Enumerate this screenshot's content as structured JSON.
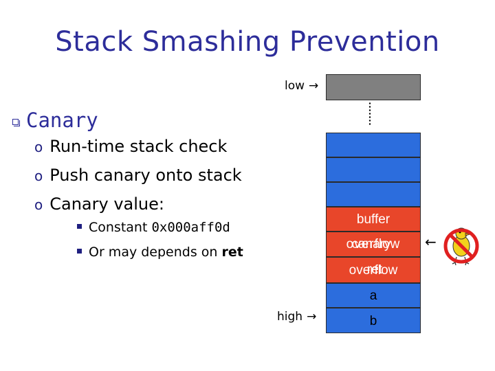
{
  "title": "Stack Smashing Prevention",
  "heading": "Canary",
  "bullets": [
    "Run-time stack check",
    "Push canary onto stack",
    "Canary value:"
  ],
  "sub_bullets": {
    "constant_prefix": "Constant ",
    "constant_value": "0x000aff0d",
    "depends_prefix": "Or may depends on ",
    "depends_word": "ret"
  },
  "stack": {
    "low_label": "low",
    "high_label": "high",
    "arrow_right": "→",
    "arrow_left": "←",
    "buffer": "buffer",
    "canary_text_a": "overflow",
    "canary_text_b": "canary",
    "ret_text_a": "overflow",
    "ret_text_b": "ret",
    "a": "a",
    "b": "b"
  },
  "colors": {
    "title": "#2d2d9a",
    "stack_blue": "#2c6ddd",
    "stack_red": "#e8462a",
    "stack_gray": "#808080",
    "no_sign": "#e02020"
  },
  "icons": [
    "no-bird-icon"
  ]
}
